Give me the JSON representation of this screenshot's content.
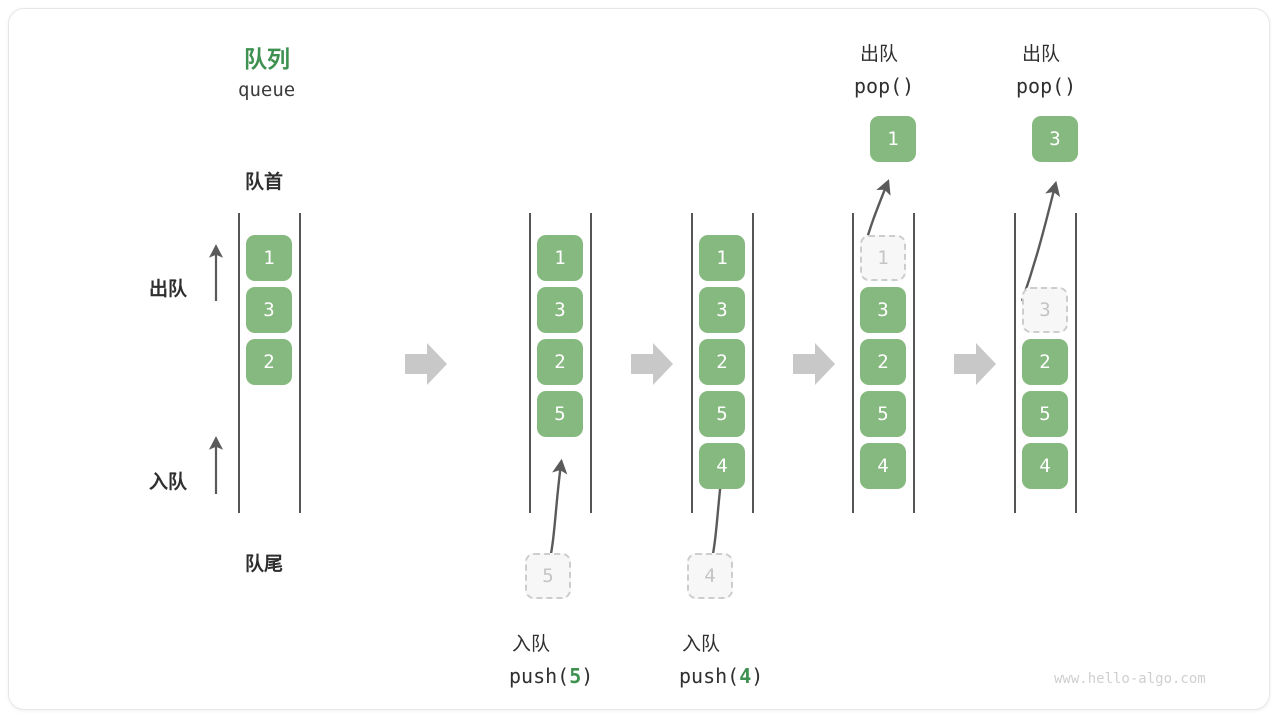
{
  "diagram": {
    "title_cn": "队列",
    "title_en": "queue",
    "front_label": "队首",
    "rear_label": "队尾",
    "dequeue_label": "出队",
    "enqueue_label": "入队",
    "watermark": "www.hello-algo.com",
    "colors": {
      "accent_green": "#3e9150",
      "box_green": "#86b97f",
      "ghost_gray": "#c4c4c4",
      "arrow_gray": "#c8c8c8",
      "text_dark": "#2f2f2f"
    }
  },
  "steps": [
    {
      "id": "initial",
      "items": [
        {
          "value": "1",
          "state": "filled"
        },
        {
          "value": "3",
          "state": "filled"
        },
        {
          "value": "2",
          "state": "filled"
        }
      ],
      "caption_cn": "",
      "caption_code": "",
      "incoming": null,
      "popped": null
    },
    {
      "id": "push-5",
      "items": [
        {
          "value": "1",
          "state": "filled"
        },
        {
          "value": "3",
          "state": "filled"
        },
        {
          "value": "2",
          "state": "filled"
        },
        {
          "value": "5",
          "state": "filled"
        }
      ],
      "caption_cn": "入队",
      "caption_code_prefix": "push(",
      "caption_code_arg": "5",
      "caption_code_suffix": ")",
      "incoming": "5",
      "popped": null
    },
    {
      "id": "push-4",
      "items": [
        {
          "value": "1",
          "state": "filled"
        },
        {
          "value": "3",
          "state": "filled"
        },
        {
          "value": "2",
          "state": "filled"
        },
        {
          "value": "5",
          "state": "filled"
        },
        {
          "value": "4",
          "state": "filled"
        }
      ],
      "caption_cn": "入队",
      "caption_code_prefix": "push(",
      "caption_code_arg": "4",
      "caption_code_suffix": ")",
      "incoming": "4",
      "popped": null
    },
    {
      "id": "pop-1",
      "items": [
        {
          "value": "1",
          "state": "ghost"
        },
        {
          "value": "3",
          "state": "filled"
        },
        {
          "value": "2",
          "state": "filled"
        },
        {
          "value": "5",
          "state": "filled"
        },
        {
          "value": "4",
          "state": "filled"
        }
      ],
      "header_cn": "出队",
      "header_code": "pop()",
      "incoming": null,
      "popped": "1"
    },
    {
      "id": "pop-3",
      "items": [
        {
          "value": "",
          "state": "empty"
        },
        {
          "value": "3",
          "state": "ghost"
        },
        {
          "value": "2",
          "state": "filled"
        },
        {
          "value": "5",
          "state": "filled"
        },
        {
          "value": "4",
          "state": "filled"
        }
      ],
      "header_cn": "出队",
      "header_code": "pop()",
      "incoming": null,
      "popped": "3"
    }
  ]
}
